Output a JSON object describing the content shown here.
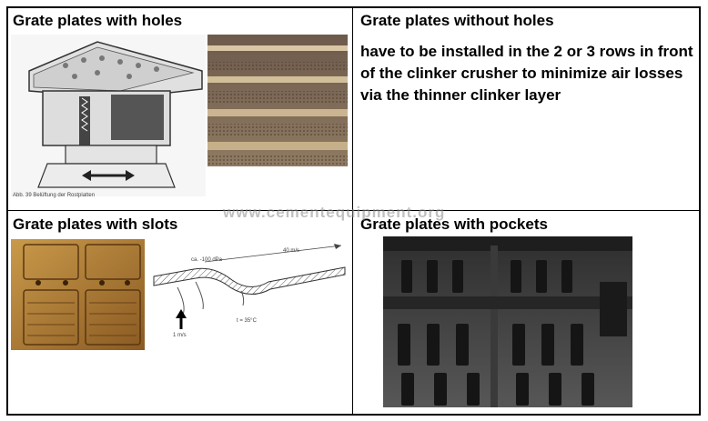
{
  "cells": {
    "top_left": {
      "title": "Grate plates with holes",
      "caption": "Abb. 39 Belüftung der Rostplatten"
    },
    "top_right": {
      "title": "Grate plates without holes",
      "text": "have to be installed in the 2 or 3 rows in front of the clinker crusher to minimize air losses via the thinner clinker layer"
    },
    "bottom_left": {
      "title": "Grate plates with slots",
      "diagram": {
        "pressure": "ca. -100 dPa",
        "velocity_top": "40 m/s",
        "velocity_bottom": "1 m/s",
        "temperature": "t = 35°C"
      }
    },
    "bottom_right": {
      "title": "Grate plates with pockets"
    }
  },
  "watermark": "www.cementequipment.org"
}
